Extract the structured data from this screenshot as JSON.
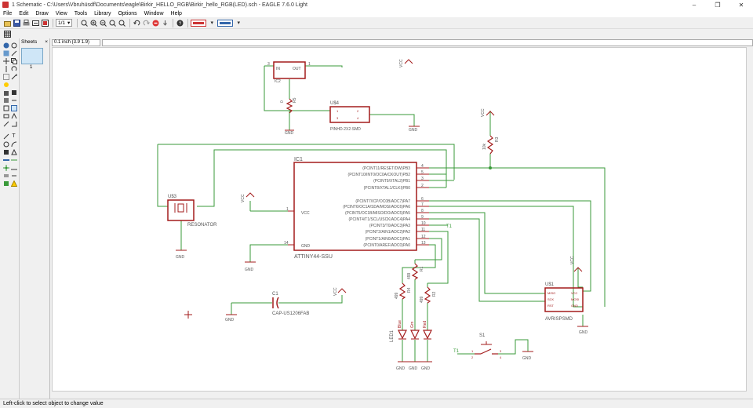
{
  "window": {
    "title": "1 Schematic - C:\\Users\\Vbruhüsdf\\Documents\\eagle\\Birkir_HELLO_RGB\\Birkir_hello_RGB(LED).sch - EAGLE 7.6.0 Light",
    "minimize": "–",
    "maximize": "❐",
    "close": "✕"
  },
  "menu": [
    "File",
    "Edit",
    "Draw",
    "View",
    "Tools",
    "Library",
    "Options",
    "Window",
    "Help"
  ],
  "toolbar": {
    "sheet_select": "1/1",
    "dropdown_arrow": "▾"
  },
  "sheets_panel": {
    "label": "Sheets",
    "close": "×",
    "sheet_number": "1"
  },
  "coordinate_display": "0.1 inch (3.9 1.9)",
  "command_line": "",
  "status": "Left-click to select object to change value",
  "schematic": {
    "ic2": {
      "name": "IC2",
      "in": "IN",
      "out": "OUT",
      "pin_in": "3",
      "pin_out": "1",
      "pin_gnd": "2",
      "gnd": "GND",
      "vcc": "VCC"
    },
    "r5": {
      "name": "R5",
      "value": "0"
    },
    "u4": {
      "name": "U$4",
      "value": "PINHD-2X2-SMD",
      "gnd": "GND",
      "p1": "1",
      "p2": "2",
      "p3": "3",
      "p4": "4"
    },
    "r3": {
      "name": "R3",
      "value": "10k",
      "vcc": "VCC"
    },
    "ic1": {
      "name": "IC1",
      "value": "ATTINY44-SSU",
      "vcc_label": "VCC",
      "gnd_label": "GND",
      "vcc_pin": "1",
      "gnd_pin": "14",
      "right_pins": [
        {
          "label": "(PCINT11/RESET/DW)PB3",
          "num": "4"
        },
        {
          "label": "(PCINT10/INT0/OC0A/CKOUT)PB2",
          "num": "5"
        },
        {
          "label": "(PCINT9/XTAL2)PB1",
          "num": "3"
        },
        {
          "label": "(PCINT8/XTAL1/CLKI)PB0",
          "num": "2"
        },
        {
          "label": "(PCINT7/ICP/OC0B/ADC7)PA7",
          "num": "6"
        },
        {
          "label": "(PCINT6/OC1A/SDA/MOSI/ADC6)PA6",
          "num": "7"
        },
        {
          "label": "(PCINT5/OC1B/MISO/DO/ADC5)PA5",
          "num": "8"
        },
        {
          "label": "(PCINT4/T1/SCL/USCK/ADC4)PA4",
          "num": "9"
        },
        {
          "label": "(PCINT3/T0/ADC3)PA3",
          "num": "10"
        },
        {
          "label": "(PCINT2/AIN1/ADC2)PA2",
          "num": "11"
        },
        {
          "label": "(PCINT1/AIN0/ADC1)PA1",
          "num": "12"
        },
        {
          "label": "(PCINT0/AREF/ADC0)PA0",
          "num": "13"
        }
      ],
      "vcc": "VCC",
      "gnd": "GND"
    },
    "u3": {
      "name": "U$3",
      "value": "RESONATOR",
      "gnd": "GND"
    },
    "c1": {
      "name": "C1",
      "value": "CAP-US1206FAB",
      "gnd": "GND",
      "vcc": "VCC"
    },
    "r1": {
      "name": "R1",
      "value": "499"
    },
    "r4": {
      "name": "R4",
      "value": "499"
    },
    "r2": {
      "name": "R2",
      "value": "499"
    },
    "led1": {
      "name": "LED1",
      "blue": "Blue",
      "grn": "Grn",
      "red": "Red",
      "gnd": "GND"
    },
    "u1": {
      "name": "U$1",
      "value": "AVRISPSMD",
      "vcc": "VCC",
      "gnd": "GND",
      "pins": [
        "MISO",
        "SCK",
        "RST",
        "VCC",
        "MOSI",
        "GND"
      ]
    },
    "s1": {
      "name": "S1",
      "gnd": "GND",
      "p1": "1",
      "p2": "2",
      "p3": "3",
      "p4": "4"
    },
    "net_labels": {
      "t1": "T1",
      "t1b": "T1"
    }
  },
  "colors": {
    "wire": "#3a9a3a",
    "part": "#a31b1b",
    "text": "#555555",
    "pin_text": "#a31b1b"
  }
}
